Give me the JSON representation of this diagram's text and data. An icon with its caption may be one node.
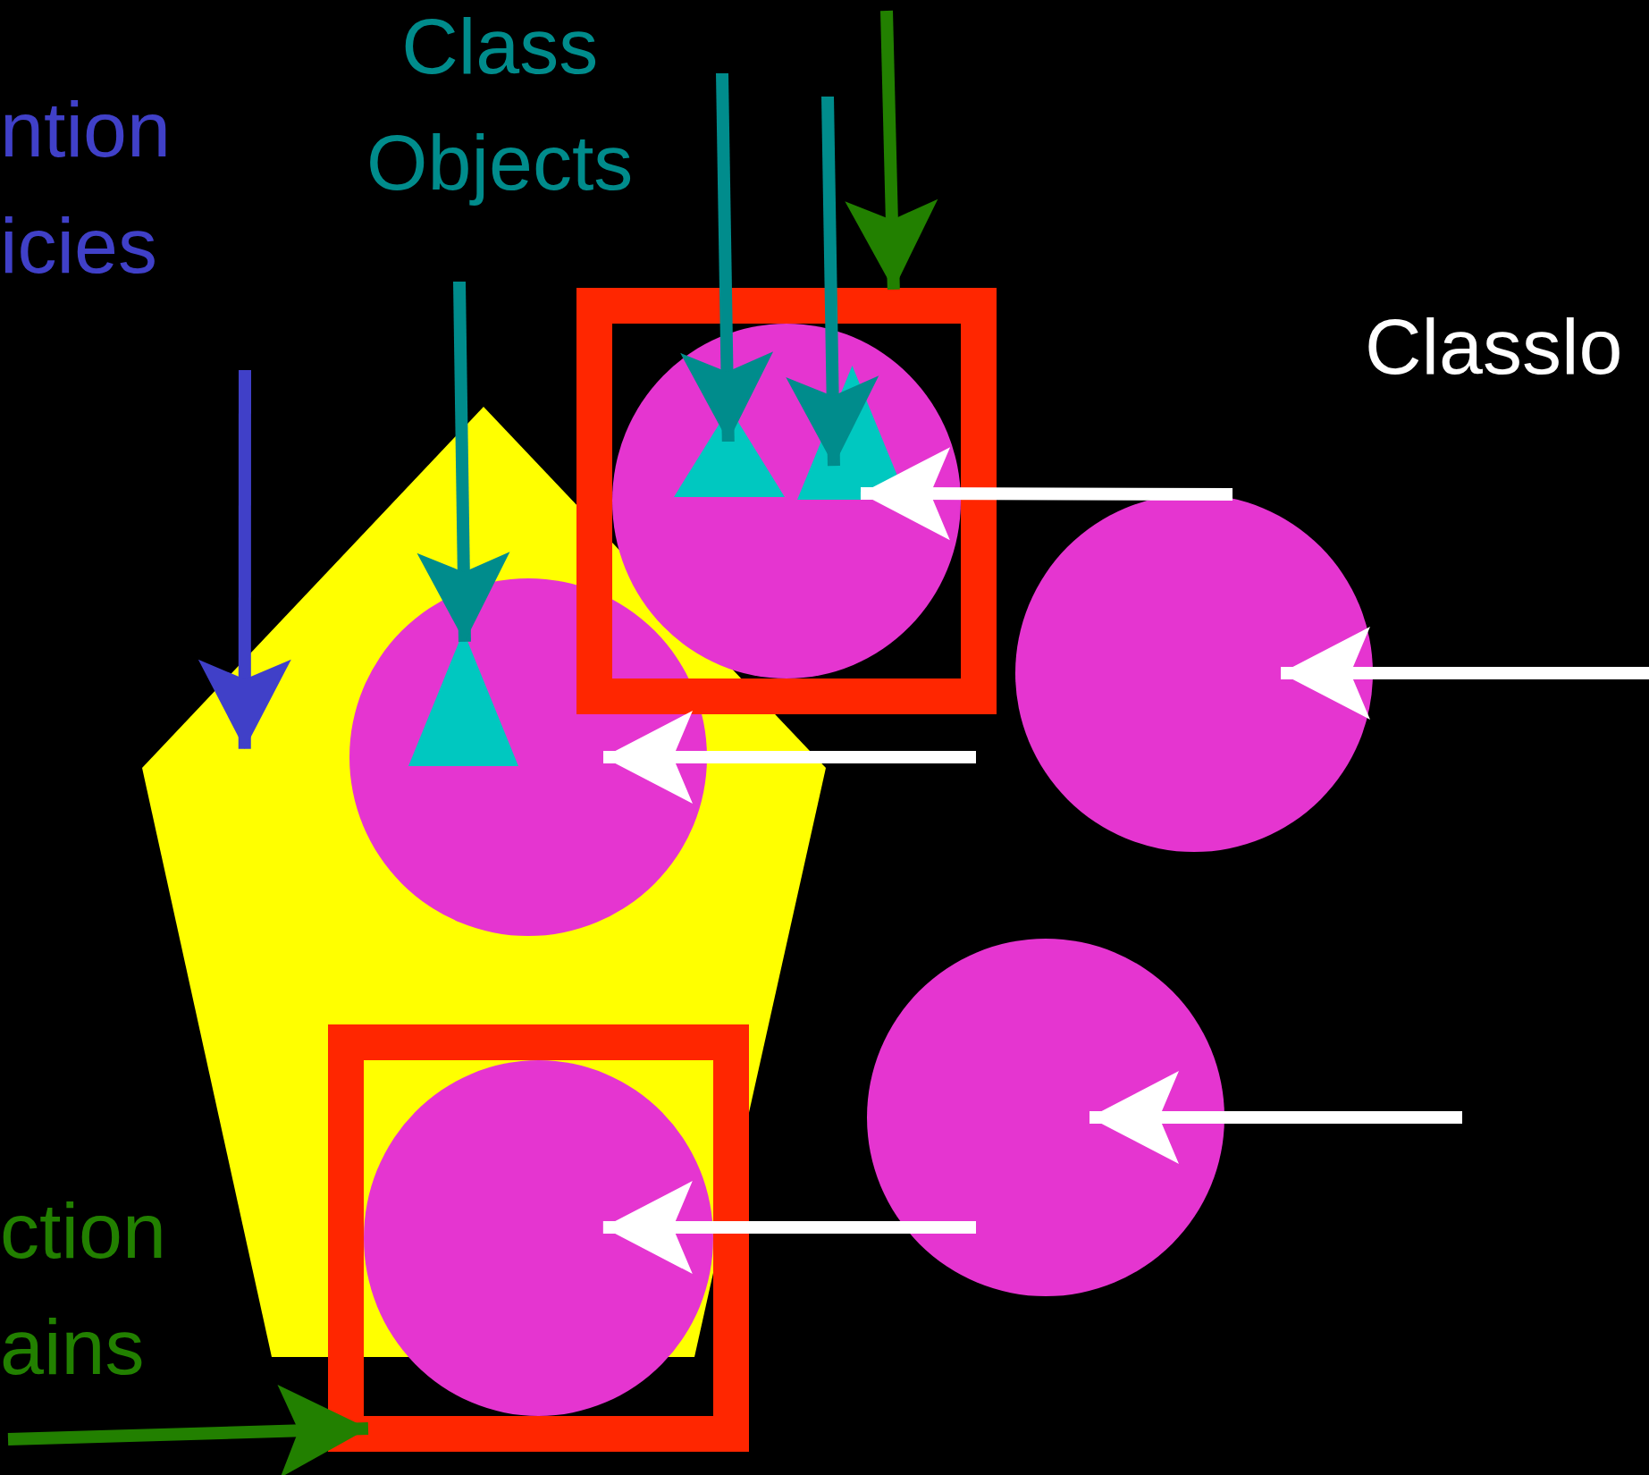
{
  "diagram": {
    "nodes": [
      {
        "text": [
          "ntion icies"
        ]
      },
      {
        "text": [
          "Class Objects"
        ]
      },
      {
        "text": [
          "Classlo"
        ]
      },
      {
        "text": [],
        "shape": "pentagon"
      },
      {
        "text": [],
        "shape": "box"
      },
      {
        "text": [],
        "shape": "circle",
        "in": 4
      },
      {
        "text": [],
        "shape": "triangle",
        "in": 5
      },
      {
        "text": [],
        "shape": "triangle",
        "in": 5
      },
      {
        "text": [],
        "shape": "circle",
        "in": 3
      },
      {
        "text": [],
        "shape": "triangle",
        "in": 8
      },
      {
        "text": [],
        "shape": "circle"
      },
      {
        "text": [],
        "shape": "circle"
      },
      {
        "text": [],
        "shape": "box"
      },
      {
        "text": [],
        "shape": "circle",
        "in": 12
      },
      {
        "text": [
          "ction ains"
        ]
      }
    ],
    "edges": [
      {
        "from": null,
        "to": 3,
        "arrow": "to",
        "color": "#4040c8"
      },
      {
        "from": null,
        "to": 6,
        "arrow": "to",
        "color": "#008c8c"
      },
      {
        "from": null,
        "to": 7,
        "arrow": "to",
        "color": "#008c8c"
      },
      {
        "from": null,
        "to": 9,
        "arrow": "to",
        "color": "#008c8c"
      },
      {
        "from": null,
        "to": 4,
        "arrow": "to",
        "color": "#228000"
      },
      {
        "from": null,
        "to": 12,
        "arrow": "to",
        "color": "#228000"
      },
      {
        "from": 10,
        "to": 7,
        "arrow": "to"
      },
      {
        "from": null,
        "to": 10,
        "arrow": "to"
      },
      {
        "from": null,
        "to": 8,
        "arrow": "to"
      },
      {
        "from": null,
        "to": 11,
        "arrow": "to"
      },
      {
        "from": 11,
        "to": 13,
        "arrow": "to"
      }
    ]
  }
}
